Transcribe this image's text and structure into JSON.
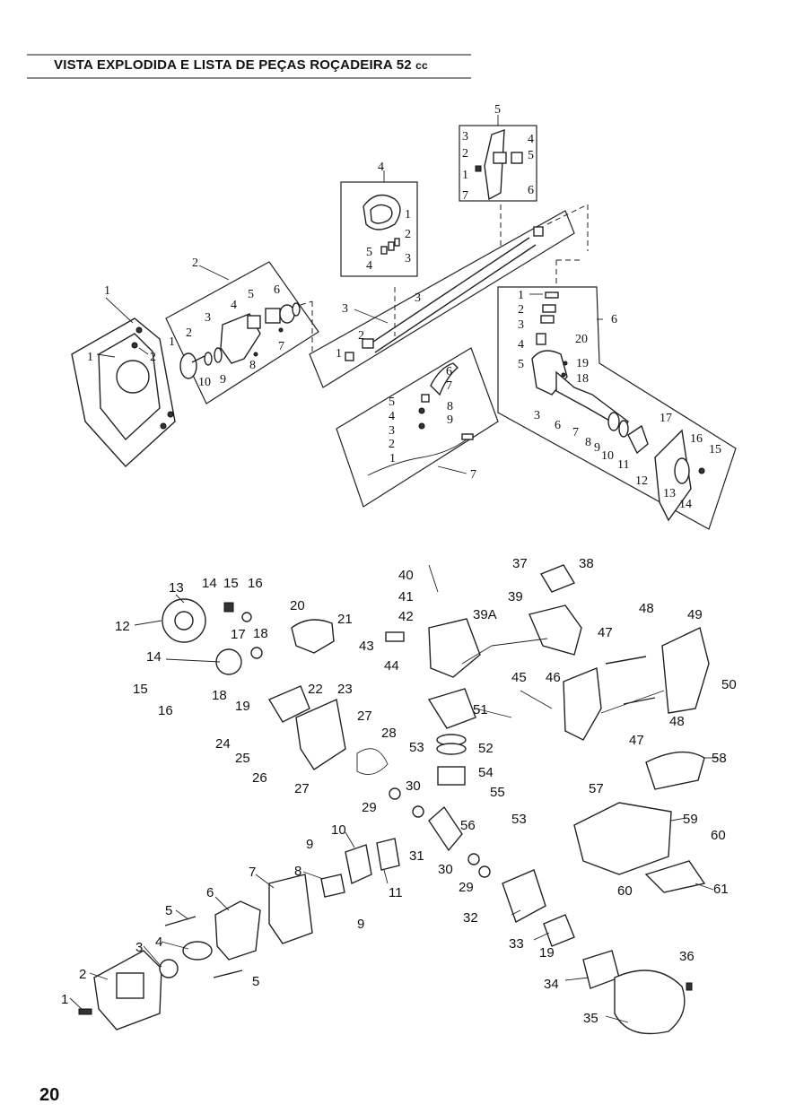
{
  "header": {
    "title": "VISTA EXPLODIDA E LISTA DE PEÇAS ROÇADEIRA 52",
    "title_unit": "cc"
  },
  "page_number": "20",
  "diagram_top": {
    "group_labels": [
      "1",
      "2",
      "3",
      "4",
      "5",
      "6",
      "7"
    ],
    "group1_parts": [
      "1",
      "2"
    ],
    "group2_parts": [
      "1",
      "2",
      "3",
      "4",
      "5",
      "6",
      "7",
      "8",
      "9",
      "10"
    ],
    "group3_parts": [
      "1",
      "2",
      "3"
    ],
    "group4_parts": [
      "1",
      "2",
      "3",
      "4",
      "5"
    ],
    "group5_parts": [
      "1",
      "2",
      "3",
      "4",
      "5",
      "6",
      "7"
    ],
    "group6_parts": [
      "1",
      "2",
      "3",
      "4",
      "5",
      "3",
      "6",
      "7",
      "8",
      "9",
      "10",
      "11",
      "12",
      "13",
      "14",
      "15",
      "16",
      "17",
      "18",
      "19",
      "20"
    ],
    "group7_parts": [
      "1",
      "2",
      "3",
      "4",
      "5",
      "6",
      "7",
      "8",
      "9"
    ]
  },
  "diagram_bottom": {
    "part_labels": [
      "1",
      "2",
      "3",
      "4",
      "5",
      "5",
      "6",
      "7",
      "8",
      "9",
      "9",
      "10",
      "11",
      "12",
      "13",
      "14",
      "14",
      "15",
      "15",
      "16",
      "16",
      "17",
      "18",
      "18",
      "19",
      "19",
      "20",
      "21",
      "22",
      "23",
      "24",
      "25",
      "26",
      "27",
      "27",
      "28",
      "29",
      "29",
      "30",
      "30",
      "31",
      "32",
      "33",
      "34",
      "35",
      "36",
      "37",
      "38",
      "39",
      "39A",
      "40",
      "41",
      "42",
      "43",
      "44",
      "45",
      "46",
      "47",
      "47",
      "48",
      "48",
      "49",
      "50",
      "51",
      "52",
      "53",
      "53",
      "54",
      "55",
      "56",
      "57",
      "58",
      "59",
      "60",
      "60",
      "61"
    ]
  }
}
